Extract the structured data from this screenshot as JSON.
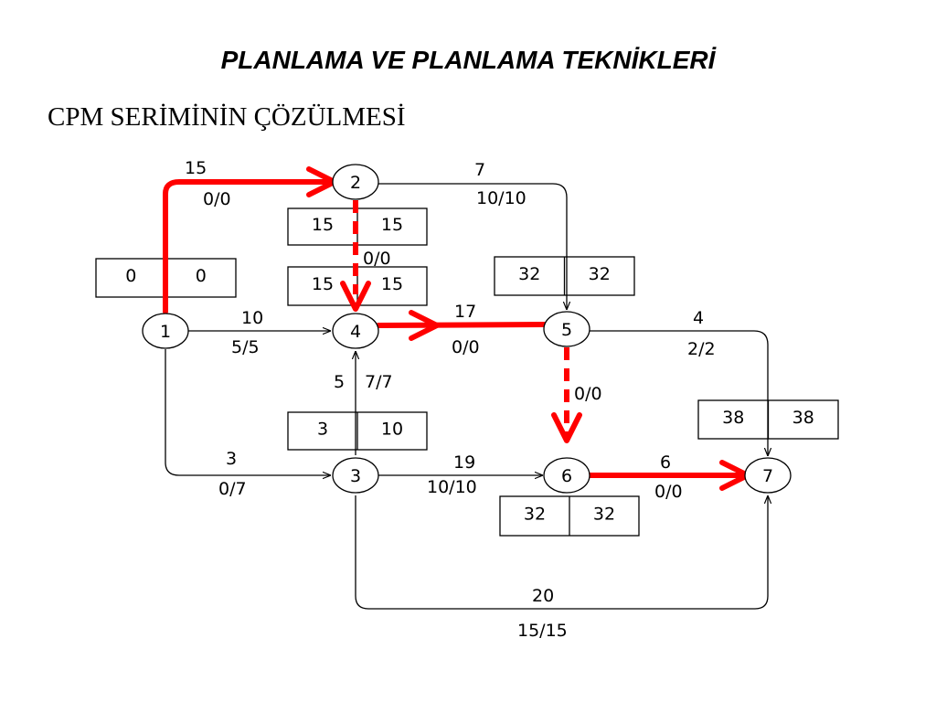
{
  "title": "PLANLAMA VE PLANLAMA TEKNİKLERİ",
  "subtitle": "CPM SERİMİNİN ÇÖZÜLMESİ",
  "colors": {
    "critical": "#ff0000",
    "normal": "#000000"
  },
  "nodes": [
    {
      "id": "1",
      "label": "1"
    },
    {
      "id": "2",
      "label": "2"
    },
    {
      "id": "3",
      "label": "3"
    },
    {
      "id": "4",
      "label": "4"
    },
    {
      "id": "5",
      "label": "5"
    },
    {
      "id": "6",
      "label": "6"
    },
    {
      "id": "7",
      "label": "7"
    }
  ],
  "node_times": [
    {
      "node": "1",
      "early": "0",
      "late": "0"
    },
    {
      "node": "2",
      "early": "15",
      "late": "15"
    },
    {
      "node": "4",
      "early": "15",
      "late": "15"
    },
    {
      "node": "5",
      "early": "32",
      "late": "32"
    },
    {
      "node": "3",
      "early": "3",
      "late": "10"
    },
    {
      "node": "7",
      "early": "38",
      "late": "38"
    },
    {
      "node": "6",
      "early": "32",
      "late": "32"
    }
  ],
  "activities": [
    {
      "from": "1",
      "to": "2",
      "duration": "15",
      "float": "0/0",
      "critical": true
    },
    {
      "from": "2",
      "to": "5",
      "duration": "7",
      "float": "10/10",
      "critical": false
    },
    {
      "from": "2",
      "to": "4",
      "duration": "",
      "float": "0/0",
      "critical": true,
      "dummy": true
    },
    {
      "from": "1",
      "to": "4",
      "duration": "10",
      "float": "5/5",
      "critical": false
    },
    {
      "from": "4",
      "to": "5",
      "duration": "17",
      "float": "0/0",
      "critical": true
    },
    {
      "from": "5",
      "to": "7",
      "duration": "4",
      "float": "2/2",
      "critical": false
    },
    {
      "from": "5",
      "to": "6",
      "duration": "",
      "float": "0/0",
      "critical": true,
      "dummy": true
    },
    {
      "from": "3",
      "to": "4",
      "duration": "5",
      "float": "7/7",
      "critical": false
    },
    {
      "from": "1",
      "to": "3",
      "duration": "3",
      "float": "0/7",
      "critical": false
    },
    {
      "from": "3",
      "to": "6",
      "duration": "19",
      "float": "10/10",
      "critical": false
    },
    {
      "from": "6",
      "to": "7",
      "duration": "6",
      "float": "0/0",
      "critical": true
    },
    {
      "from": "3",
      "to": "7",
      "duration": "20",
      "float": "15/15",
      "critical": false
    }
  ]
}
